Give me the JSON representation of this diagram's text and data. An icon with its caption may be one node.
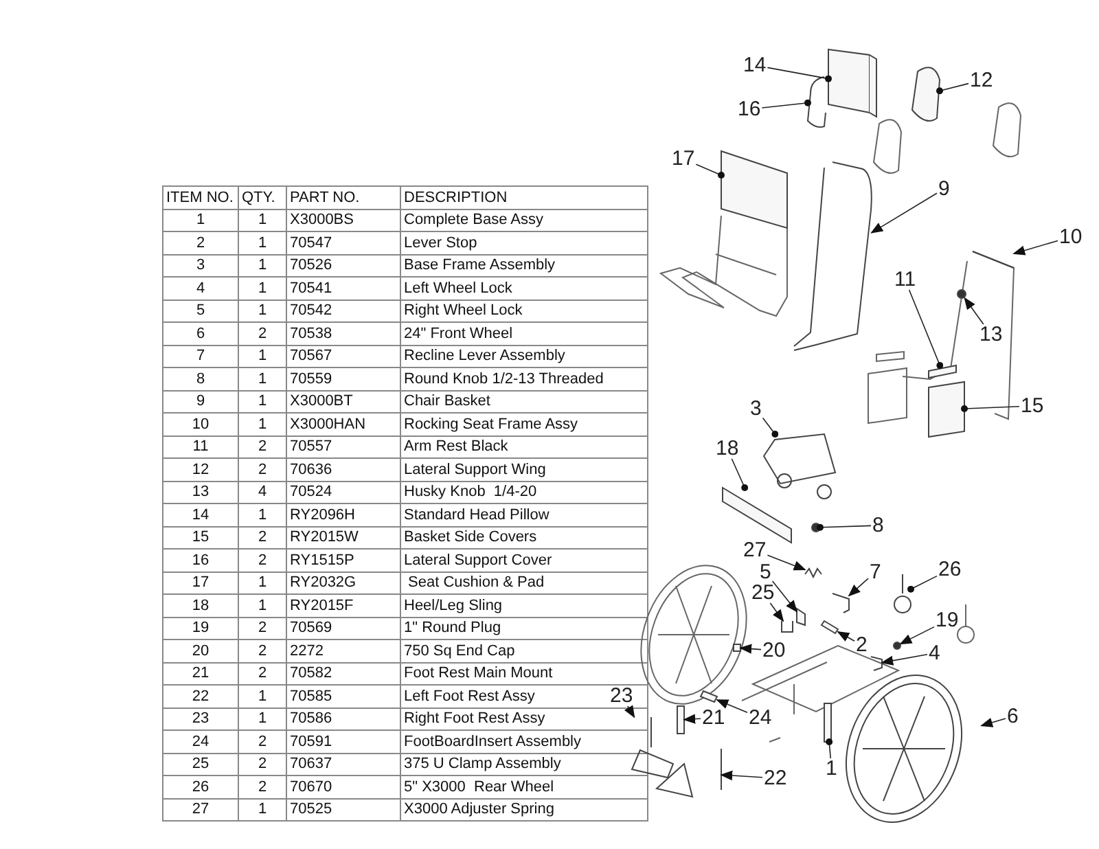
{
  "diagram": {
    "nodes": [
      {
        "text": [
          "14"
        ]
      },
      {
        "text": [
          "12"
        ]
      },
      {
        "text": [
          "16"
        ]
      },
      {
        "text": [
          "17"
        ]
      },
      {
        "text": [
          "9"
        ]
      },
      {
        "text": [
          "10"
        ]
      },
      {
        "text": [
          "11"
        ]
      },
      {
        "text": [
          "13"
        ]
      },
      {
        "text": [
          "15"
        ]
      },
      {
        "text": [
          "3"
        ]
      },
      {
        "text": [
          "18"
        ]
      },
      {
        "text": [
          "8"
        ]
      },
      {
        "text": [
          "27"
        ]
      },
      {
        "text": [
          "5"
        ]
      },
      {
        "text": [
          "7"
        ]
      },
      {
        "text": [
          "26"
        ]
      },
      {
        "text": [
          "25"
        ]
      },
      {
        "text": [
          "19"
        ]
      },
      {
        "text": [
          "2"
        ]
      },
      {
        "text": [
          "20"
        ]
      },
      {
        "text": [
          "4"
        ]
      },
      {
        "text": [
          "23"
        ]
      },
      {
        "text": [
          "21"
        ]
      },
      {
        "text": [
          "24"
        ]
      },
      {
        "text": [
          "6"
        ]
      },
      {
        "text": [
          "1"
        ]
      },
      {
        "text": [
          "22"
        ]
      },
      {
        "text": [],
        "shape": "box"
      },
      {
        "text": [],
        "shape": "box"
      },
      {
        "text": [],
        "shape": "picture"
      },
      {
        "text": [],
        "shape": "box"
      },
      {
        "text": [],
        "shape": "picture"
      },
      {
        "text": [],
        "shape": "picture"
      },
      {
        "text": [],
        "shape": "box"
      },
      {
        "text": [],
        "shape": "circle"
      },
      {
        "text": [],
        "shape": "box"
      },
      {
        "text": [],
        "shape": "picture"
      },
      {
        "text": [],
        "shape": "box"
      },
      {
        "text": [],
        "shape": "circle"
      },
      {
        "text": [],
        "shape": "picture"
      },
      {
        "text": [],
        "shape": "box"
      },
      {
        "text": [],
        "shape": "picture"
      },
      {
        "text": [],
        "shape": "picture"
      },
      {
        "text": [],
        "shape": "picture"
      },
      {
        "text": [],
        "shape": "circle"
      },
      {
        "text": [],
        "shape": "box"
      },
      {
        "text": [],
        "shape": "box"
      },
      {
        "text": [],
        "shape": "picture"
      },
      {
        "text": [],
        "shape": "picture"
      },
      {
        "text": [],
        "shape": "box"
      },
      {
        "text": [],
        "shape": "box"
      },
      {
        "text": [],
        "shape": "picture"
      },
      {
        "text": [],
        "shape": "box"
      },
      {
        "text": [],
        "shape": "picture"
      }
    ],
    "edges": [
      {
        "from": 0,
        "to": 27,
        "arrow": "other"
      },
      {
        "from": 1,
        "to": 28,
        "arrow": "other"
      },
      {
        "from": 2,
        "to": 29,
        "arrow": "other"
      },
      {
        "from": 3,
        "to": 30,
        "arrow": "other"
      },
      {
        "from": 4,
        "to": 31,
        "arrow": "to"
      },
      {
        "from": 5,
        "to": 32,
        "arrow": "to"
      },
      {
        "from": 6,
        "to": 33,
        "arrow": "other"
      },
      {
        "from": 7,
        "to": 34,
        "arrow": "to"
      },
      {
        "from": 8,
        "to": 35,
        "arrow": "other"
      },
      {
        "from": 9,
        "to": 36,
        "arrow": "other"
      },
      {
        "from": 10,
        "to": 37,
        "arrow": "other"
      },
      {
        "from": 11,
        "to": 38,
        "arrow": "other"
      },
      {
        "from": 12,
        "to": 39,
        "arrow": "to"
      },
      {
        "from": 13,
        "to": 40,
        "arrow": "to"
      },
      {
        "from": 14,
        "to": 41,
        "arrow": "to"
      },
      {
        "from": 15,
        "to": 42,
        "arrow": "other"
      },
      {
        "from": 16,
        "to": 43,
        "arrow": "to"
      },
      {
        "from": 17,
        "to": 44,
        "arrow": "to"
      },
      {
        "from": 18,
        "to": 45,
        "arrow": "to"
      },
      {
        "from": 19,
        "to": 46,
        "arrow": "to"
      },
      {
        "from": 20,
        "to": 47,
        "arrow": "to"
      },
      {
        "from": 21,
        "to": 48,
        "arrow": "to"
      },
      {
        "from": 22,
        "to": 49,
        "arrow": "to"
      },
      {
        "from": 23,
        "to": 50,
        "arrow": "to"
      },
      {
        "from": 24,
        "to": 51,
        "arrow": "to"
      },
      {
        "from": 25,
        "to": 52,
        "arrow": "other"
      },
      {
        "from": 26,
        "to": 53,
        "arrow": "to"
      }
    ],
    "labels": [
      "ITEM NO.",
      "QTY.",
      "PART NO.",
      "DESCRIPTION",
      "1",
      "1",
      "X3000BS",
      "Complete Base Assy",
      "2",
      "1",
      "70547",
      "Lever Stop",
      "3",
      "1",
      "70526",
      "Base Frame Assembly",
      "4",
      "1",
      "70541",
      "Left Wheel Lock",
      "5",
      "1",
      "70542",
      "Right Wheel Lock",
      "6",
      "2",
      "70538",
      "24\" Front Wheel",
      "7",
      "1",
      "70567",
      "Recline Lever Assembly",
      "8",
      "1",
      "70559",
      "Round Knob 1/2-13 Threaded",
      "9",
      "1",
      "X3000BT",
      "Chair Basket",
      "10",
      "1",
      "X3000HAN",
      "Rocking Seat Frame Assy",
      "11",
      "2",
      "70557",
      "Arm Rest Black",
      "12",
      "2",
      "70636",
      "Lateral Support Wing",
      "13",
      "4",
      "70524",
      "Husky Knob  1/4-20",
      "14",
      "1",
      "RY2096H",
      "Standard Head Pillow",
      "15",
      "2",
      "RY2015W",
      "Basket Side Covers",
      "16",
      "2",
      "RY1515P",
      "Lateral Support Cover",
      "17",
      "1",
      "RY2032G",
      " Seat Cushion & Pad",
      "18",
      "1",
      "RY2015F",
      "Heel/Leg Sling",
      "19",
      "2",
      "70569",
      "1\" Round Plug",
      "20",
      "2",
      "2272",
      "750 Sq End Cap",
      "21",
      "2",
      "70582",
      "Foot Rest Main Mount",
      "22",
      "1",
      "70585",
      "Left Foot Rest Assy",
      "23",
      "1",
      "70586",
      "Right Foot Rest Assy",
      "24",
      "2",
      "70591",
      "FootBoardInsert Assembly",
      "25",
      "2",
      "70637",
      "375 U Clamp Assembly",
      "26",
      "2",
      "70670",
      "5\" X3000  Rear Wheel",
      "27",
      "1",
      "70525",
      "X3000 Adjuster Spring"
    ]
  }
}
